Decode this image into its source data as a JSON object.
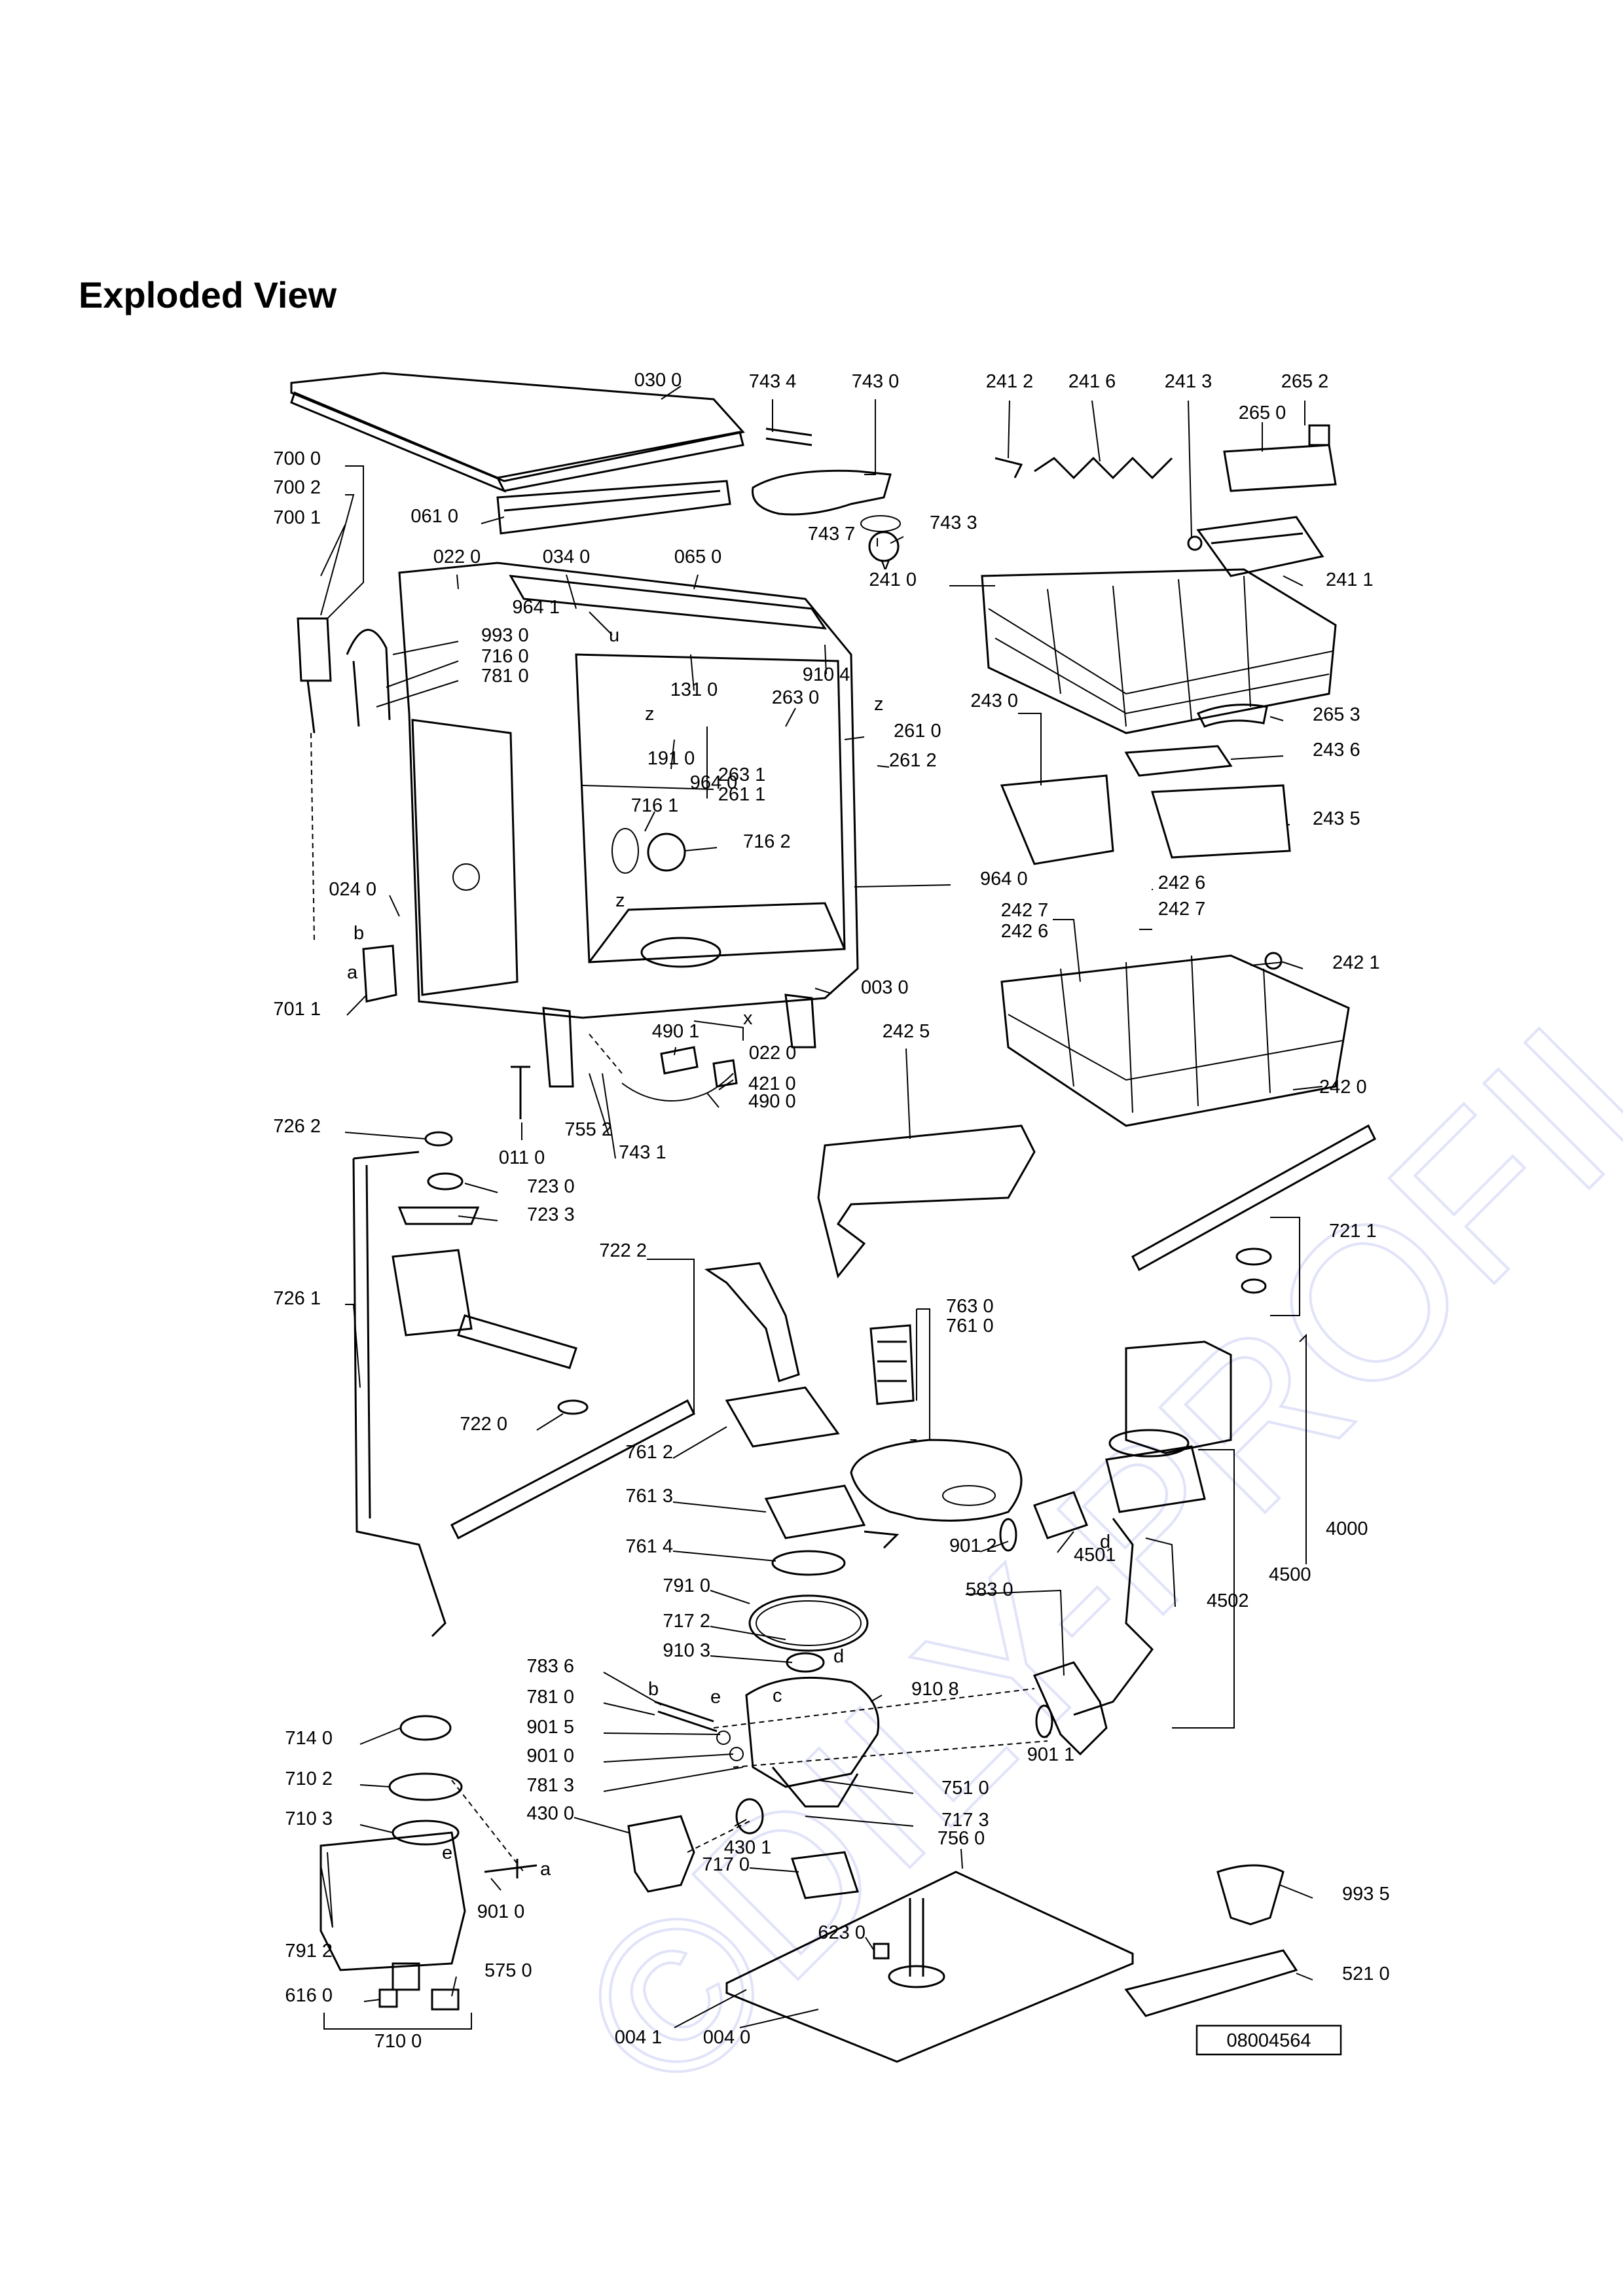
{
  "title": "Exploded View",
  "watermark": "©DILY-PROFIL.cz",
  "document_code": "08004564",
  "labels": [
    {
      "id": "l0300",
      "text": "030 0"
    },
    {
      "id": "l7434",
      "text": "743 4"
    },
    {
      "id": "l7430",
      "text": "743 0"
    },
    {
      "id": "l2412",
      "text": "241 2"
    },
    {
      "id": "l2416",
      "text": "241 6"
    },
    {
      "id": "l2413",
      "text": "241 3"
    },
    {
      "id": "l2652",
      "text": "265 2"
    },
    {
      "id": "l2650",
      "text": "265 0"
    },
    {
      "id": "l7000",
      "text": "700 0"
    },
    {
      "id": "l7002",
      "text": "700 2"
    },
    {
      "id": "l7001",
      "text": "700 1"
    },
    {
      "id": "l0610",
      "text": "061 0"
    },
    {
      "id": "l7437",
      "text": "743 7"
    },
    {
      "id": "l7433",
      "text": "743 3"
    },
    {
      "id": "l0220a",
      "text": "022 0"
    },
    {
      "id": "l0340",
      "text": "034 0"
    },
    {
      "id": "l0650",
      "text": "065 0"
    },
    {
      "id": "l2410",
      "text": "241 0"
    },
    {
      "id": "l2411",
      "text": "241 1"
    },
    {
      "id": "l9641",
      "text": "964 1"
    },
    {
      "id": "l9930",
      "text": "993 0"
    },
    {
      "id": "l7160",
      "text": "716 0"
    },
    {
      "id": "l7810a",
      "text": "781 0"
    },
    {
      "id": "l9104",
      "text": "910 4"
    },
    {
      "id": "l1310",
      "text": "131 0"
    },
    {
      "id": "l2630",
      "text": "263 0"
    },
    {
      "id": "l2653",
      "text": "265 3"
    },
    {
      "id": "l2610",
      "text": "261 0"
    },
    {
      "id": "l2430",
      "text": "243 0"
    },
    {
      "id": "l2436",
      "text": "243 6"
    },
    {
      "id": "l1910",
      "text": "191 0"
    },
    {
      "id": "l2631",
      "text": "263 1"
    },
    {
      "id": "l2612",
      "text": "261 2"
    },
    {
      "id": "l9640a",
      "text": "964 0"
    },
    {
      "id": "l2611",
      "text": "261 1"
    },
    {
      "id": "l7161",
      "text": "716 1"
    },
    {
      "id": "l2435",
      "text": "243 5"
    },
    {
      "id": "l7162",
      "text": "716 2"
    },
    {
      "id": "l9640b",
      "text": "964 0"
    },
    {
      "id": "l2426a",
      "text": "242 6"
    },
    {
      "id": "l0240",
      "text": "024 0"
    },
    {
      "id": "l2427a",
      "text": "242 7"
    },
    {
      "id": "l2427b",
      "text": "242 7"
    },
    {
      "id": "l2426b",
      "text": "242 6"
    },
    {
      "id": "l2421",
      "text": "242 1"
    },
    {
      "id": "l0030",
      "text": "003 0"
    },
    {
      "id": "l7011",
      "text": "701 1"
    },
    {
      "id": "l4901",
      "text": "490 1"
    },
    {
      "id": "l0220b",
      "text": "022 0"
    },
    {
      "id": "l2425",
      "text": "242 5"
    },
    {
      "id": "l4210",
      "text": "421 0"
    },
    {
      "id": "l2420",
      "text": "242 0"
    },
    {
      "id": "l4900",
      "text": "490 0"
    },
    {
      "id": "l7262",
      "text": "726 2"
    },
    {
      "id": "l7552",
      "text": "755 2"
    },
    {
      "id": "l0110",
      "text": "011 0"
    },
    {
      "id": "l7431",
      "text": "743 1"
    },
    {
      "id": "l7230",
      "text": "723 0"
    },
    {
      "id": "l7233",
      "text": "723 3"
    },
    {
      "id": "l7211",
      "text": "721 1"
    },
    {
      "id": "l7222",
      "text": "722 2"
    },
    {
      "id": "l7261",
      "text": "726 1"
    },
    {
      "id": "l7630",
      "text": "763 0"
    },
    {
      "id": "l7610",
      "text": "761 0"
    },
    {
      "id": "l7220",
      "text": "722 0"
    },
    {
      "id": "l7612",
      "text": "761 2"
    },
    {
      "id": "l4000",
      "text": "4000"
    },
    {
      "id": "l7613",
      "text": "761 3"
    },
    {
      "id": "l9012",
      "text": "901 2"
    },
    {
      "id": "l4501",
      "text": "4501"
    },
    {
      "id": "l7614",
      "text": "761 4"
    },
    {
      "id": "l4500",
      "text": "4500"
    },
    {
      "id": "l4502",
      "text": "4502"
    },
    {
      "id": "l7910",
      "text": "791 0"
    },
    {
      "id": "l5830",
      "text": "583 0"
    },
    {
      "id": "l7172",
      "text": "717 2"
    },
    {
      "id": "l9103",
      "text": "910 3"
    },
    {
      "id": "l7836",
      "text": "783 6"
    },
    {
      "id": "l9108",
      "text": "910 8"
    },
    {
      "id": "l7810b",
      "text": "781 0"
    },
    {
      "id": "l9015",
      "text": "901 5"
    },
    {
      "id": "l7140",
      "text": "714 0"
    },
    {
      "id": "l9010a",
      "text": "901 0"
    },
    {
      "id": "l9011",
      "text": "901 1"
    },
    {
      "id": "l7813",
      "text": "781 3"
    },
    {
      "id": "l7102",
      "text": "710 2"
    },
    {
      "id": "l7510",
      "text": "751 0"
    },
    {
      "id": "l7103",
      "text": "710 3"
    },
    {
      "id": "l4300",
      "text": "430 0"
    },
    {
      "id": "l7173",
      "text": "717 3"
    },
    {
      "id": "l7560",
      "text": "756 0"
    },
    {
      "id": "l4301",
      "text": "430 1"
    },
    {
      "id": "l7170",
      "text": "717 0"
    },
    {
      "id": "l9010b",
      "text": "901 0"
    },
    {
      "id": "l9935",
      "text": "993 5"
    },
    {
      "id": "l7912",
      "text": "791 2"
    },
    {
      "id": "l6230",
      "text": "623 0"
    },
    {
      "id": "l6160",
      "text": "616 0"
    },
    {
      "id": "l5750",
      "text": "575 0"
    },
    {
      "id": "l5210",
      "text": "521 0"
    },
    {
      "id": "l7100",
      "text": "710 0"
    },
    {
      "id": "l0041",
      "text": "004 1"
    },
    {
      "id": "l0040",
      "text": "004 0"
    }
  ],
  "letters": [
    {
      "id": "ltr-u",
      "text": "u"
    },
    {
      "id": "ltr-v",
      "text": "v"
    },
    {
      "id": "ltr-z1",
      "text": "z"
    },
    {
      "id": "ltr-z2",
      "text": "z"
    },
    {
      "id": "ltr-z3",
      "text": "z"
    },
    {
      "id": "ltr-b1",
      "text": "b"
    },
    {
      "id": "ltr-a1",
      "text": "a"
    },
    {
      "id": "ltr-x1",
      "text": "x"
    },
    {
      "id": "ltr-d1",
      "text": "d"
    },
    {
      "id": "ltr-b2",
      "text": "b"
    },
    {
      "id": "ltr-c1",
      "text": "c"
    },
    {
      "id": "ltr-e1",
      "text": "e"
    },
    {
      "id": "ltr-d2",
      "text": "d"
    },
    {
      "id": "ltr-e2",
      "text": "e"
    },
    {
      "id": "ltr-a2",
      "text": "a"
    }
  ]
}
